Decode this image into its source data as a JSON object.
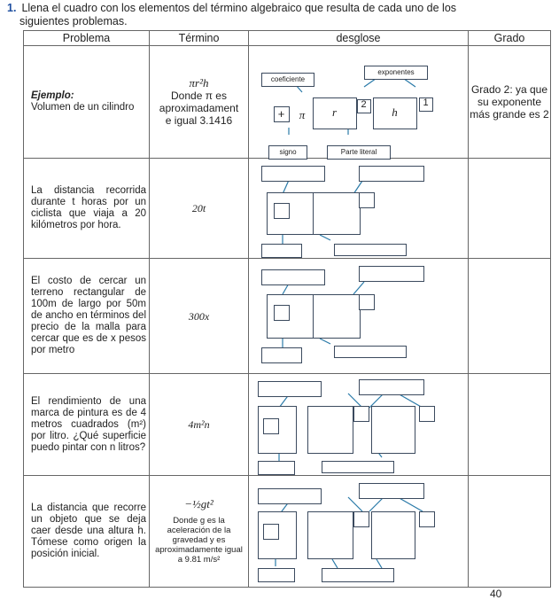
{
  "instruction": {
    "number": "1.",
    "line1": "Llena el cuadro con los elementos del término algebraico que resulta de cada uno de los",
    "line2": "siguientes problemas."
  },
  "headers": {
    "problema": "Problema",
    "termino": "Término",
    "desglose": "desglose",
    "grado": "Grado"
  },
  "example": {
    "title": "Ejemplo:",
    "problem": "Volumen de un cilindro",
    "term_expr": "πr²h",
    "term_note1": "Donde π es",
    "term_note2": "aproximadament",
    "term_note3": "e igual 3.1416",
    "breakdown": {
      "coeficiente": "coeficiente",
      "exponentes": "exponentes",
      "signo": "signo",
      "parte_literal": "Parte literal",
      "sign_value": "+",
      "coef_value": "π",
      "var1": "r",
      "var1_exp": "2",
      "var2": "h",
      "var2_exp": "1"
    },
    "grado": "Grado 2: ya que su exponente más grande es 2"
  },
  "rows": [
    {
      "problem": "La distancia recorrida durante t horas por un ciclista que viaja a 20 kilómetros por hora.",
      "term": "20t"
    },
    {
      "problem": "El costo de cercar un terreno rectangular de 100m de largo por 50m de ancho en términos del precio de la malla para cercar que es de x pesos por metro",
      "term": "300x"
    },
    {
      "problem": "El rendimiento de una marca de pintura es de 4 metros cuadrados (m²) por litro. ¿Qué superficie puedo pintar con n litros?",
      "term": "4m²n"
    },
    {
      "problem": "La distancia que recorre un objeto que se deja caer desde una altura h. Tómese como origen la posición inicial.",
      "term_expr": "−½gt²",
      "term_note": "Donde g es la aceleración de la gravedad y es aproximadamente igual a 9.81 m/s²"
    }
  ],
  "page_number": "40"
}
